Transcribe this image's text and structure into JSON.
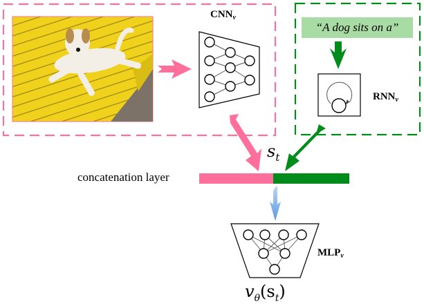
{
  "diagram": {
    "cnn_label": {
      "main": "CNN",
      "sub": "v"
    },
    "rnn_label": {
      "main": "RNN",
      "sub": "v"
    },
    "mlp_label": {
      "main": "MLP",
      "sub": "v"
    },
    "input_sentence": "“A dog sits on a”",
    "state_label": "s",
    "state_sub": "t",
    "concat_label": "concatenation layer",
    "output_label": "v",
    "output_sub": "θ",
    "output_arg": "(s",
    "output_arg_sub": "t",
    "output_close": ")",
    "image_description": "dog lying on yellow bench"
  },
  "colors": {
    "pink": "#ff6f9c",
    "green": "#008c1a",
    "light_green": "#a9dba5",
    "blue": "#6fa8e8",
    "bench_yellow": "#f2d21a"
  }
}
